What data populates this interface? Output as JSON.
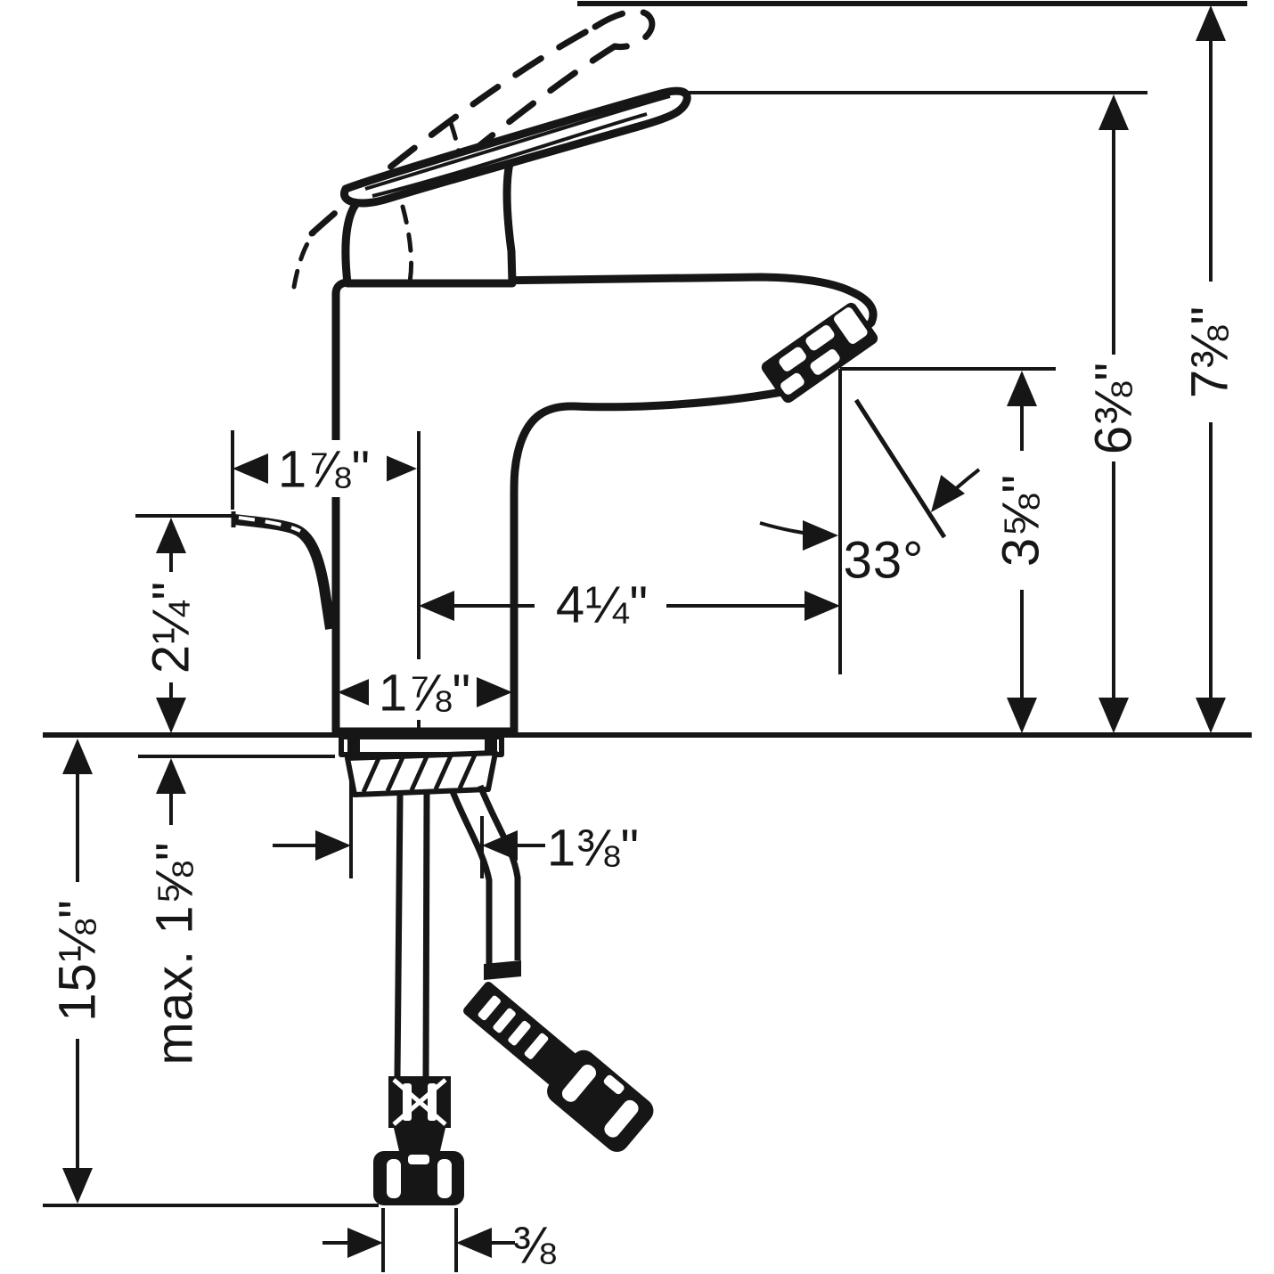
{
  "drawing": {
    "type": "technical-dimension-drawing",
    "subject": "Single-hole single-lever basin faucet, side view with flexible supply hoses",
    "units": "inches",
    "line_color": "#161616",
    "background_color": "#ffffff",
    "dimensions": {
      "handle_projection": "1⅞\"",
      "handle_rear_height": "2¼\"",
      "spout_reach": "4¼\"",
      "base_depth": "1⅞\"",
      "spout_angle": "33°",
      "outlet_height": "3⅝\"",
      "spout_tip_height": "6⅜\"",
      "overall_height": "7⅜\"",
      "hose_length": "15⅛\"",
      "max_counter_thickness": "max. 1⅝\"",
      "hose_width": "1⅜\"",
      "connection_size": "⅜"
    }
  }
}
